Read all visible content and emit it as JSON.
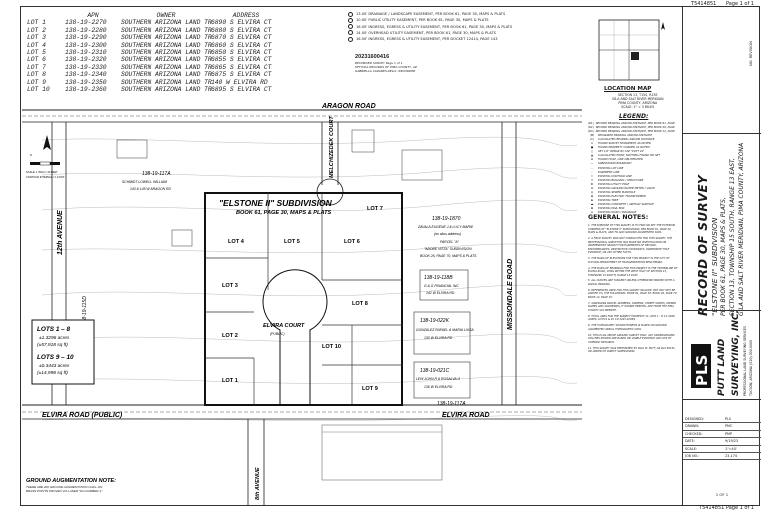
{
  "header": {
    "sheet_id": "T5414851",
    "page": "Page 1 of 1"
  },
  "lot_table": {
    "headers": [
      "",
      "APN",
      "OWNER",
      "ADDRESS"
    ],
    "rows": [
      {
        "lot": "LOT 1",
        "apn": "138-19-2270",
        "owner": "SOUTHERN ARIZONA LAND TR",
        "address": "6890 S ELVIRA CT"
      },
      {
        "lot": "LOT 2",
        "apn": "138-19-2280",
        "owner": "SOUTHERN ARIZONA LAND TR",
        "address": "6880 S ELVIRA CT"
      },
      {
        "lot": "LOT 3",
        "apn": "138-19-2290",
        "owner": "SOUTHERN ARIZONA LAND TR",
        "address": "6870 S ELVIRA CT"
      },
      {
        "lot": "LOT 4",
        "apn": "138-19-2300",
        "owner": "SOUTHERN ARIZONA LAND TR",
        "address": "6860 S ELVIRA CT"
      },
      {
        "lot": "LOT 5",
        "apn": "138-19-2310",
        "owner": "SOUTHERN ARIZONA LAND TR",
        "address": "6850 S ELVIRA CT"
      },
      {
        "lot": "LOT 6",
        "apn": "138-19-2320",
        "owner": "SOUTHERN ARIZONA LAND TR",
        "address": "6855 S ELVIRA CT"
      },
      {
        "lot": "LOT 7",
        "apn": "138-19-2330",
        "owner": "SOUTHERN ARIZONA LAND TR",
        "address": "6865 S ELVIRA CT"
      },
      {
        "lot": "LOT 8",
        "apn": "138-19-2340",
        "owner": "SOUTHERN ARIZONA LAND TR",
        "address": "6875 S ELVIRA CT"
      },
      {
        "lot": "LOT 9",
        "apn": "138-19-2350",
        "owner": "SOUTHERN ARIZONA LAND TR",
        "address": "140 W ELVIRA RD"
      },
      {
        "lot": "LOT 10",
        "apn": "138-19-2360",
        "owner": "SOUTHERN ARIZONA LAND TR",
        "address": "6895 S ELVIRA CT"
      }
    ]
  },
  "recorded_notes": [
    "13.00' DRAINAGE / LANDSCAPE EASEMENT, PER BOOK 61, PAGE 30, MAPS & PLATS",
    "10.00' PUBLIC UTILITY EASEMENT, PER BOOK 61, PAGE 30, MAPS & PLATS",
    "16.00' INGRESS, EGRESS & UTILITY EASEMENT, PER BOOK 61, PAGE 30, MAPS & PLATS",
    "14.00' OVERHEAD UTILITY EASEMENT, PER BOOK 61, PAGE 30, MAPS & PLATS",
    "16.50' INGRESS, EGRESS & UTILITY EASEMENT, PER DOCKET 12414, PAGE 143"
  ],
  "recording": {
    "number": "20231600416",
    "lines": [
      "RECORDED SURVEY Page 1 of 1",
      "OFFICIAL RECORDS OF PIMA COUNTY, AZ",
      "GABRIELLA CAZARES-KELLY, RECORDER"
    ]
  },
  "plan": {
    "roads": {
      "aragon": "ARAGON ROAD",
      "elvira": "ELVIRA ROAD",
      "elvira_public": "ELVIRA ROAD (PUBLIC)",
      "melchizedek": "MELCHIZEDEK COURT",
      "missiondale": "MISSIONDALE ROAD",
      "twelfth": "12th AVENUE",
      "eighth": "8th AVENUE"
    },
    "subdivision_title": "\"ELSTONE II\" SUBDIVISION",
    "subdivision_sub": "BOOK 61, PAGE 30, MAPS & PLATS",
    "court_name": "ELVIRA COURT",
    "court_sub": "(PUBLIC)",
    "lots": [
      "LOT 1",
      "LOT 2",
      "LOT 3",
      "LOT 4",
      "LOT 5",
      "LOT 6",
      "LOT 7",
      "LOT 8",
      "LOT 9",
      "LOT 10"
    ],
    "parcels": [
      {
        "apn": "138-19-117A",
        "owner": "SCHMIDT LOWELL WILLIAM",
        "addr": "143 & 145 W ARAGON RD"
      },
      {
        "apn": "138-19-1870",
        "owner": "ZAVALA EUGENE J & LUCY MARIE",
        "addr": "(no situs address)"
      },
      {
        "apn": "138-19-118B",
        "owner": "G & G FINANCIAL INC",
        "addr": "142 W ELVIRA RD"
      },
      {
        "apn": "138-19-022K",
        "owner": "GONZALEZ RAFAEL & MARIA LUISA",
        "addr": "130 W ELVIRA RD"
      },
      {
        "apn": "138-19-021C",
        "owner": "LEW JOHN R & ROSALVA G",
        "addr": "136 W ELVIRA RD"
      },
      {
        "apn": "138-19-115D",
        "owner": "",
        "addr": ""
      },
      {
        "apn": "138-19-117A",
        "owner": "",
        "addr": ""
      }
    ],
    "parcel_a": "PARCEL \"A\"",
    "parcel_a_sub": "\"ADOBE VISTA\" SUBDIVISION",
    "parcel_a_sub2": "BOOK 26, PAGE 70, MAPS & PLATS",
    "lots_1_8_label": "LOTS 1 – 8",
    "lots_1_8_acres": "±1.3296 acres",
    "lots_1_8_sqft": "(±57,918 sq ft)",
    "lots_9_10_label": "LOTS 9 – 10",
    "lots_9_10_acres": "±0.3443 acres",
    "lots_9_10_sqft": "(±14,998 sq ft)",
    "scale_label": "SCALE: 1 INCH = 40 FEET",
    "contour_label": "CONTOUR INTERVAL = 1 FOOT",
    "ground_notation": "GROUND AUGMENTATION NOTE:",
    "ground_note_text": "THERE ARE 200 GROUND AUGMENTATION CHILL-ON BRASS POINTS PROVEN VIA LASER \"GO-NUMBER-1\"."
  },
  "location_map": {
    "title": "LOCATION MAP",
    "lines": [
      "SECTION 13, T15S, R13E",
      "GILA AND SALT RIVER MERIDIAN",
      "PIMA COUNTY, ARIZONA",
      "SCALE: 1\" = 3 MILES"
    ]
  },
  "legend": {
    "title": "LEGEND:",
    "items": [
      {
        "sym": "(R1)",
        "text": "RECORD BEARING AND/OR DISTANCE, PER BOOK 61, PAGE 30, MAPS & PLATS"
      },
      {
        "sym": "(R2)",
        "text": "RECORD BEARING AND/OR DISTANCE, PER BOOK 26, PAGE 70, MAPS & PLATS"
      },
      {
        "sym": "(R3)",
        "text": "RECORD BEARING AND/OR DISTANCE, PER BOOK 12, PAGE 15, MAPS & PLATS"
      },
      {
        "sym": "(M)",
        "text": "MEASURED BEARING AND/OR DISTANCE"
      },
      {
        "sym": "(C)",
        "text": "CALCULATED BEARING AND/OR DISTANCE"
      },
      {
        "sym": "⊙",
        "text": "FOUND SURVEY MONUMENT AS NOTED"
      },
      {
        "sym": "●",
        "text": "FOUND PROPERTY CORNER AS NOTED"
      },
      {
        "sym": "○",
        "text": "SET 1/2\" REBAR W/ CAP \"PUTT LS\""
      },
      {
        "sym": "▲",
        "text": "CALCULATED POINT, NOTHING FOUND OR SET"
      },
      {
        "sym": "⊗",
        "text": "FOUND HOLE, LINE OBLITERATED"
      },
      {
        "sym": "—",
        "text": "SUBDIVISION BOUNDARY"
      },
      {
        "sym": "- -",
        "text": "EXISTING LOT LINE"
      },
      {
        "sym": "···",
        "text": "EASEMENT LINE"
      },
      {
        "sym": "≈",
        "text": "EXISTING CONTOUR LINE"
      },
      {
        "sym": "▭",
        "text": "EXISTING BUILDING / STRUCTURE"
      },
      {
        "sym": "✚",
        "text": "EXISTING UTILITY POLE"
      },
      {
        "sym": "⊡",
        "text": "EXISTING GROUND WATER METER / VALVE"
      },
      {
        "sym": "◎",
        "text": "EXISTING SEWER MANHOLE"
      },
      {
        "sym": "⊞",
        "text": "EXISTING ELECTRIC TRANSFORMER"
      },
      {
        "sym": "♣",
        "text": "EXISTING TREE"
      },
      {
        "sym": "▬",
        "text": "EXISTING CONCRETE / ASPHALT SURFACE"
      },
      {
        "sym": "⊠",
        "text": "EXISTING MAIL BOX"
      },
      {
        "sym": "≋",
        "text": "EXISTING WASH / DRAINAGE"
      }
    ]
  },
  "general_notes": {
    "title": "GENERAL NOTES:",
    "items": [
      "1. THE PURPOSE OF THIS SURVEY IS TO FIND OR SET THE EXTERIOR CORNERS OF \"ELSTONE II\" SUBDIVISION, PER BOOK 61, PAGE 30, MAPS & PLATS, AND TO ADD GROUND AUGMENTED DATA.",
      "2. A FIELD SURVEY WAS NOT CONDUCTED FOR THIS SURVEY. THE PROFESSIONAL SURVEYOR HAS MADE NO INVESTIGATION OR INDEPENDENT SEARCH FOR EASEMENTS OF RECORD, ENCUMBRANCES, RESTRICTIVE COVENANTS, OWNERSHIP TITLE EVIDENCE, OR ANY OTHER FACTS.",
      "3. THE BASIS OF ELEVATIONS FOR THIS PROJECT IS THE CITY OF TUCSON DEPARTMENT OF TRANSPORTATION BENCHMARK.",
      "4. THE BASIS OF BEARINGS FOR THIS PROJECT IS THE CENTERLINE OF ELVIRA ROAD, LYING WITHIN THE WEST HALF OF SECTION 13, TOWNSHIP 15 SOUTH, RANGE 13 EAST.",
      "5. ALL CURVES ARE TANGENT UNLESS OTHERWISE MARKED WITH A RADIAL BEARING.",
      "6. REFERENCES USED FOR THIS SURVEY INCLUDE, BUT MAY NOT BE LIMITED TO, THE FOLLOWING: BOOK 61, PAGE 30; BOOK 26, PAGE 70; BOOK 12, PAGE 15.",
      "7. ASSESSORS PARCEL NUMBERS, OWNERS, STREET NAMES, OWNER NAMES AND ADDRESSES, IF SHOWN HEREON, ARE FROM THE PIMA COUNTY GIS WEBSITE.",
      "8. TOTAL AREA FOR THE SUBJECT PROPERTY IS: LOTS 1 - 8 ±1.3296 ACRES; LOTS 9 & 10 ±0.3443 ACRES.",
      "9. THE TOPOGRAPHY SHOWN HEREON IS BASED ON GROUND AUGMENTED AERIAL TOPOGRAPHIC DATA.",
      "10. THIS IS AN ABOVE GROUND SURVEY ONLY. ANY UNDERGROUND UTILITIES SHOWN ARE BASED ON VISIBLE EVIDENCE AND UTILITY COMPANY RECORDS.",
      "11. THIS SURVEY WAS PERFORMED BY PAUL M. PUTT, AZ RLS 50151, OR UNDER MY DIRECT SUPERVISION."
    ]
  },
  "title_block": {
    "rev_label": "NO.  REVISION",
    "record_of_survey": "RECORD OF SURVEY",
    "sub1": "\"ELSTONE II\" SUBDIVISION",
    "sub2": "PER BOOK 61, PAGE 30, MAPS & PLATS,",
    "sub3": "SECTION 13, TOWNSHIP 15 SOUTH, RANGE 13 EAST,",
    "sub4": "GILA AND SALT RIVER MERIDIAN, PIMA COUNTY, ARIZONA",
    "logo": "PLS",
    "company1": "PUTT LAND",
    "company2": "SURVEYING, INC.",
    "company3": "PROFESSIONAL LAND SURVEYING SERVICES",
    "company4": "TUCSON, ARIZONA  (520) 000-0000",
    "meta": [
      {
        "k": "DESIGNED:",
        "v": "PLS"
      },
      {
        "k": "DRAWN:",
        "v": "PMC"
      },
      {
        "k": "CHECKED:",
        "v": "PMP"
      },
      {
        "k": "DATE:",
        "v": "9/19/23"
      },
      {
        "k": "SCALE:",
        "v": "1\"=40'"
      },
      {
        "k": "JOB NO.:",
        "v": "23-174"
      }
    ],
    "sheet": "1 OF 1"
  },
  "footer": {
    "sheet_id": "T5414851",
    "page": "Page 1 of 1"
  }
}
